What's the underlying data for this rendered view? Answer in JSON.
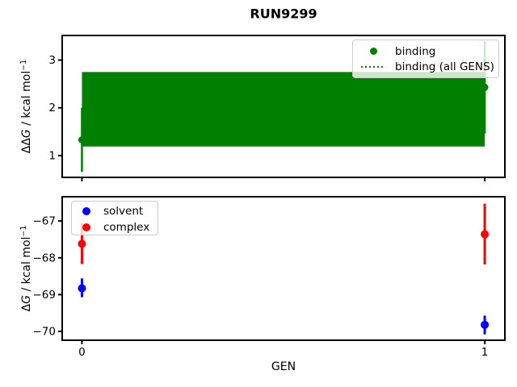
{
  "figure": {
    "title": "RUN9299",
    "background": "#ffffff"
  },
  "labels": {
    "top_ylabel": {
      "prefix": "ΔΔ",
      "italic": "G",
      "rest": " / kcal mol",
      "sup": "−1"
    },
    "bottom_ylabel": {
      "prefix": "Δ",
      "italic": "G",
      "rest": " / kcal mol",
      "sup": "−1"
    },
    "xlabel": "GEN"
  },
  "colors": {
    "binding": "#008000",
    "solvent": "#0000ff",
    "complex": "#ff0000",
    "spine": "#000000",
    "legend_border": "#cccccc"
  },
  "chart_data": [
    {
      "type": "scatter",
      "name": "binding-free-energy-panel",
      "ylabel": "ΔΔG / kcal mol−1",
      "xlim": [
        -0.049,
        1.05
      ],
      "ylim": [
        0.544,
        3.515
      ],
      "grid": false,
      "legend_position": "upper right",
      "yticks": [
        {
          "value": 1,
          "label": "1"
        },
        {
          "value": 2,
          "label": "2"
        },
        {
          "value": 3,
          "label": "3"
        }
      ],
      "xticks": [
        {
          "value": 0,
          "label": ""
        },
        {
          "value": 1,
          "label": ""
        }
      ],
      "series": [
        {
          "name": "binding",
          "kind": "errorbar",
          "color": "#008000",
          "marker": "circle",
          "points": [
            {
              "x": 0,
              "y": 1.33,
              "err_lo": 0.66,
              "err_hi": 2.0
            },
            {
              "x": 1,
              "y": 2.43,
              "err_lo": 1.46,
              "err_hi": 3.4
            }
          ]
        },
        {
          "name": "binding (all GENS)",
          "kind": "band-line",
          "color": "#008000",
          "linestyle": "dotted",
          "value": 1.97,
          "band_lo": 1.19,
          "band_hi": 2.75,
          "x_start": 0,
          "x_end": 1
        }
      ]
    },
    {
      "type": "scatter",
      "name": "component-free-energy-panel",
      "ylabel": "ΔG / kcal mol−1",
      "xlabel": "GEN",
      "xlim": [
        -0.049,
        1.05
      ],
      "ylim": [
        -70.24,
        -66.34
      ],
      "grid": false,
      "legend_position": "upper left",
      "yticks": [
        {
          "value": -67,
          "label": "−67"
        },
        {
          "value": -68,
          "label": "−68"
        },
        {
          "value": -69,
          "label": "−69"
        },
        {
          "value": -70,
          "label": "−70"
        }
      ],
      "xticks": [
        {
          "value": 0,
          "label": "0"
        },
        {
          "value": 1,
          "label": "1"
        }
      ],
      "series": [
        {
          "name": "solvent",
          "kind": "errorbar",
          "color": "#0000ff",
          "marker": "circle",
          "points": [
            {
              "x": 0,
              "y": -68.83,
              "err_lo": -69.07,
              "err_hi": -68.56
            },
            {
              "x": 1,
              "y": -69.82,
              "err_lo": -70.08,
              "err_hi": -69.57
            }
          ]
        },
        {
          "name": "complex",
          "kind": "errorbar",
          "color": "#ff0000",
          "marker": "circle",
          "points": [
            {
              "x": 0,
              "y": -67.62,
              "err_lo": -68.17,
              "err_hi": -67.05
            },
            {
              "x": 1,
              "y": -67.36,
              "err_lo": -68.18,
              "err_hi": -66.53
            }
          ]
        }
      ]
    }
  ]
}
